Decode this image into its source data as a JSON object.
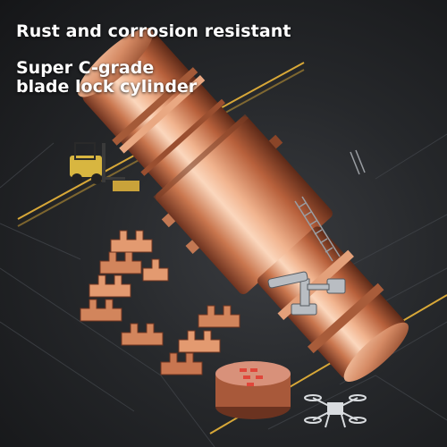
{
  "headline": "Rust and corrosion resistant",
  "subheadline": {
    "line1": "Super C-grade",
    "line2": "blade lock cylinder"
  },
  "colors": {
    "background": "#26282b",
    "copper_light": "#f7c9a8",
    "copper_mid": "#d98a62",
    "copper_dark": "#7a3a22",
    "text": "#ffffff",
    "accent_stripe": "#d8a838"
  }
}
